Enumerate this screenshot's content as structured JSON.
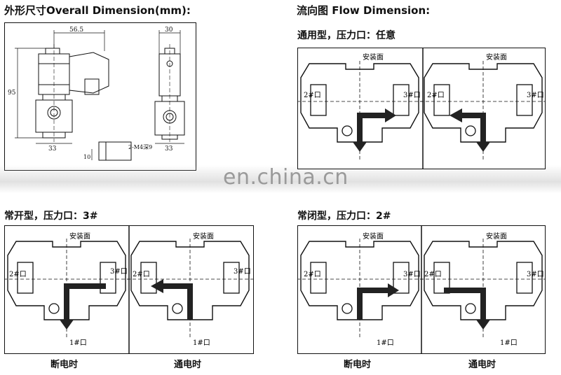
{
  "headings": {
    "overall": "外形尺寸Overall Dimension(mm):",
    "flow": "流向图 Flow Dimension:",
    "universal": "通用型，压力口：任意",
    "normally_open": "常开型，压力口：3#",
    "normally_closed": "常闭型，压力口：2#"
  },
  "watermark": "en.china.cn",
  "captions": {
    "no_open_off": "断电时",
    "no_open_on": "通电时",
    "nc_off": "断电时",
    "nc_on": "通电时"
  },
  "dimensions": {
    "width_top": "56.5",
    "width_side": "30",
    "height": "95",
    "base_width_front": "33",
    "base_width_side": "33",
    "thread": "2-M4深9",
    "offset": "10"
  },
  "port_labels": {
    "mount": "安装面",
    "port1": "1#口",
    "port2": "2#口",
    "port3": "3#口"
  }
}
